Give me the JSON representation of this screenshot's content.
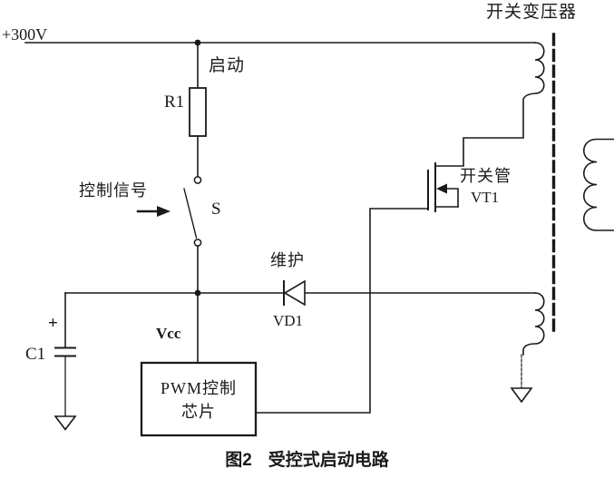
{
  "figure": {
    "caption_number": "图2",
    "caption_title": "受控式启动电路"
  },
  "labels": {
    "supply_voltage": "+300V",
    "transformer": "开关变压器",
    "startup": "启动",
    "resistor": "R1",
    "control_signal": "控制信号",
    "switch": "S",
    "maintain": "维护",
    "diode": "VD1",
    "switch_tube": "开关管",
    "transistor": "VT1",
    "plus_polarity": "+",
    "capacitor": "C1",
    "vcc": "Vcc",
    "pwm_line1": "PWM控制",
    "pwm_line2": "芯片"
  },
  "components": [
    {
      "id": "R1",
      "type": "resistor",
      "annotation": "启动"
    },
    {
      "id": "S",
      "type": "open-switch",
      "annotation": "控制信号"
    },
    {
      "id": "VD1",
      "type": "diode",
      "annotation": "维护"
    },
    {
      "id": "C1",
      "type": "polarized-capacitor",
      "annotation": "+"
    },
    {
      "id": "VT1",
      "type": "n-channel-mosfet",
      "annotation": "开关管"
    },
    {
      "id": "PWM",
      "type": "ic-block",
      "annotation": "PWM控制芯片"
    },
    {
      "id": "T1",
      "type": "switching-transformer",
      "annotation": "开关变压器",
      "windings": 3
    },
    {
      "id": "GND",
      "type": "ground-symbol",
      "count": 2
    }
  ],
  "colors": {
    "ink": "#1a1a1a",
    "background": "#ffffff"
  }
}
